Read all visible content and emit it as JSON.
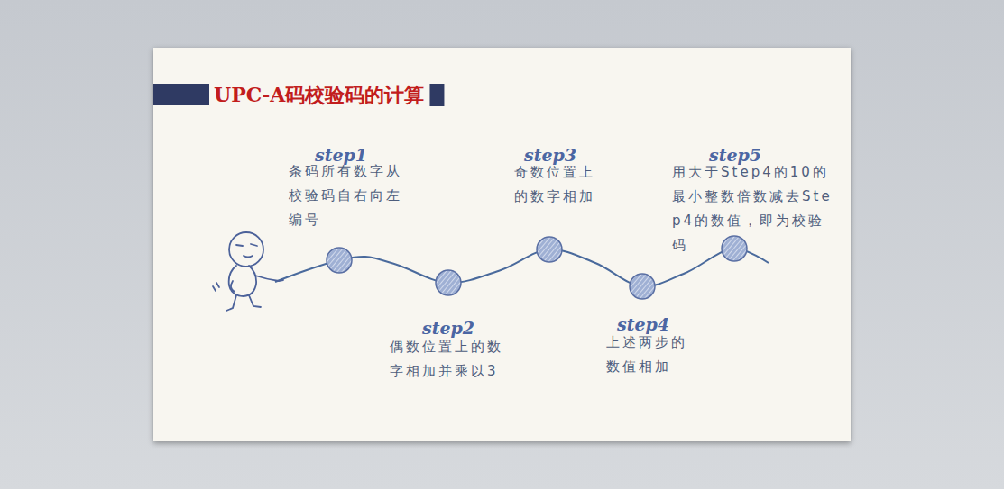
{
  "diagram": {
    "title": "UPC-A码校验码的计算",
    "labels": [
      "step1",
      "条码所有数字从校验码自右向左编号",
      "step2",
      "偶数位置上的数字相加并乘以3",
      "step3",
      "奇数位置上的数字相加",
      "step4",
      "上述两步的数值相加",
      "step5",
      "用大于Step4的10的最小整数倍数减去Step4的数值，即为校验码"
    ]
  }
}
